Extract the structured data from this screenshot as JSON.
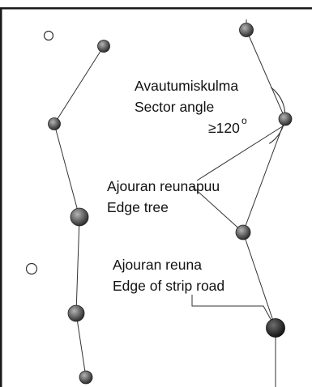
{
  "diagram": {
    "sector_angle": {
      "label_fi": "Avautumiskulma",
      "label_en": "Sector angle",
      "value": "≥120",
      "unit": "o"
    },
    "edge_tree": {
      "label_fi": "Ajouran reunapuu",
      "label_en": "Edge tree"
    },
    "strip_road_edge": {
      "label_fi": "Ajouran reuna",
      "label_en": "Edge of strip road"
    }
  }
}
